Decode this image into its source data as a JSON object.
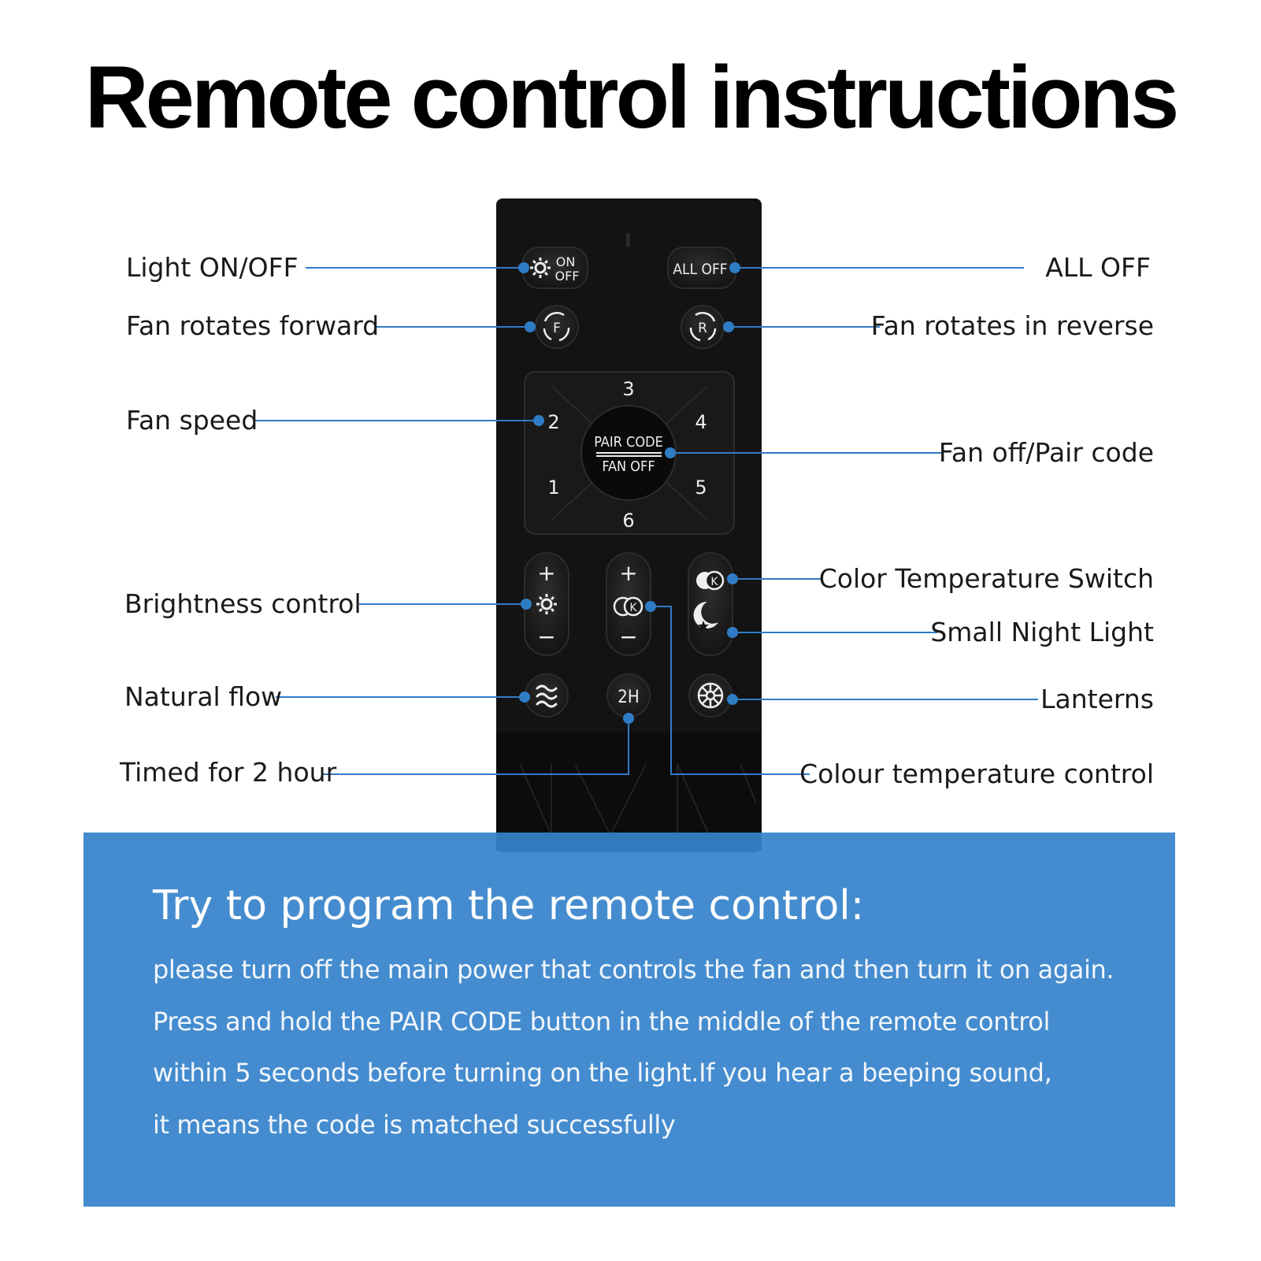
{
  "title": "Remote control instructions",
  "remote": {
    "buttons": {
      "light_onoff_on": "ON",
      "light_onoff_off": "OFF",
      "all_off": "ALL OFF",
      "forward": "F",
      "reverse": "R",
      "speeds": [
        "1",
        "2",
        "3",
        "4",
        "5",
        "6"
      ],
      "pair_code": "PAIR CODE",
      "fan_off": "FAN OFF",
      "plus": "+",
      "minus": "−",
      "kelvin": "K",
      "timer": "2H"
    }
  },
  "callouts": {
    "light_onoff": "Light ON/OFF",
    "all_off": "ALL OFF",
    "fan_forward": "Fan rotates forward",
    "fan_reverse": "Fan rotates in reverse",
    "fan_speed": "Fan speed",
    "fan_off_pair": "Fan off/Pair code",
    "color_temp_switch": "Color Temperature Switch",
    "brightness": "Brightness control",
    "night_light": "Small Night Light",
    "natural_flow": "Natural flow",
    "lanterns": "Lanterns",
    "timer": "Timed for 2 hour",
    "colour_temp_control": "Colour temperature control"
  },
  "instructions": {
    "heading": "Try to program the remote control:",
    "lines": [
      "please turn off the main power that controls the fan and then turn it on again.",
      "Press and hold the PAIR CODE button in the middle of the remote control",
      "within 5 seconds before turning on the light.If you hear a beeping sound,",
      "it means the code is matched successfully"
    ]
  },
  "colors": {
    "remote_body": "#121212",
    "button": "#1f1f1f",
    "leader_line": "#2f7cc4",
    "panel": "#3683cb",
    "panel_text": "#ffffff"
  }
}
